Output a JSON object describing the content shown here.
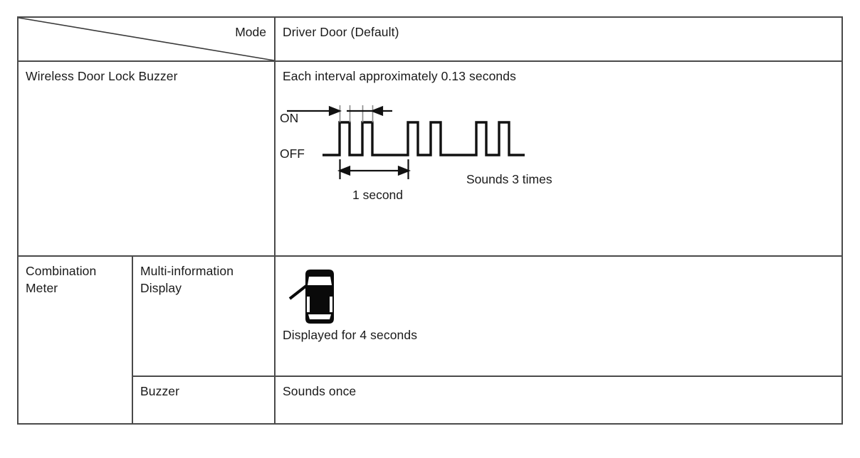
{
  "table": {
    "header": {
      "corner_label": "Mode",
      "mode_value": "Driver Door (Default)"
    },
    "rows": [
      {
        "label": "Wireless Door Lock Buzzer",
        "sublabel": "",
        "value_title": "Each interval approximately 0.13 seconds",
        "figure": "buzzer-waveform"
      },
      {
        "label": "Combination Meter",
        "sublabel": "Multi-information Display",
        "value_title": "",
        "caption": "Displayed for 4 seconds",
        "figure": "car-door-open-icon"
      },
      {
        "label": "",
        "sublabel": "Buzzer",
        "value_title": "Sounds once",
        "figure": ""
      }
    ]
  },
  "waveform": {
    "on_label": "ON",
    "off_label": "OFF",
    "one_second_label": "1 second",
    "sounds_label": "Sounds 3 times",
    "interval_note": "Each interval approximately 0.13 seconds",
    "pulse_count": 6,
    "group_count": 3
  },
  "colors": {
    "border": "#4a4a4a",
    "ink": "#1a1a1a",
    "background": "#ffffff"
  }
}
